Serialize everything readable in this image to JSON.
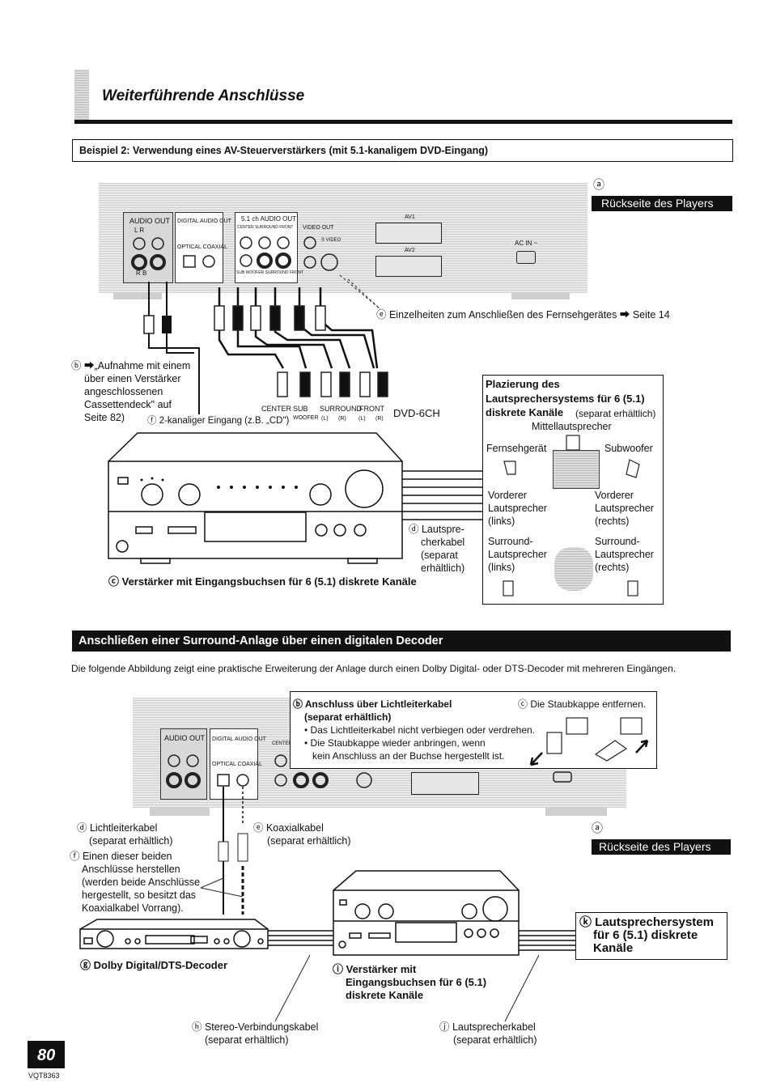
{
  "header": {
    "title": "Weiterführende Anschlüsse",
    "example_heading": "Beispiel 2: Verwendung eines AV-Steuerverstärkers (mit 5.1-kanaligem DVD-Eingang)"
  },
  "top_panel": {
    "marker_a": "ⓐ",
    "rear_label": "Rückseite des Players",
    "audio_out": "AUDIO OUT",
    "audio_out_lr": "L      R",
    "audio_out_rb": "R     B",
    "digital_audio_out": "DIGITAL AUDIO OUT",
    "optical_coaxial": "OPTICAL COAXIAL",
    "ch_audio_out": "5.1 ch AUDIO OUT",
    "ch_top_labels": "CENTER  SURROUND  FRONT",
    "ch_bottom_labels": "SUB WOOFER  SURROUND  FRONT",
    "video_out": "VIDEO OUT",
    "s_video": "S VIDEO",
    "av1": "AV1",
    "av2": "AV2",
    "ac_in": "AC IN ~",
    "note_e": "ⓔ Einzelheiten zum Anschließen des Fernsehgerätes ➡ Seite 14",
    "note_b": [
      "ⓑ ➡„Aufnahme mit einem",
      "über einen Verstärker",
      "angeschlossenen",
      "Cassettendeck\" auf",
      "Seite 82)"
    ],
    "note_f": "ⓕ 2-kanaliger Eingang (z.B. „CD\")",
    "plug_center": "CENTER",
    "plug_sub": "SUB",
    "plug_woofer": "WOOFER",
    "plug_surround": "SURROUND",
    "plug_front": "FRONT",
    "plug_lr": [
      "(L)",
      "(R)",
      "(L)",
      "(R)"
    ],
    "dvd6ch": "DVD-6CH",
    "speaker_cable": [
      "ⓓ Lautspre-",
      "cherkabel",
      "(separat",
      "erhältlich)"
    ],
    "amp_caption": "ⓒ Verstärker mit Eingangsbuchsen für 6 (5.1) diskrete Kanäle"
  },
  "placement_box": {
    "title_bold": [
      "Plazierung des",
      "Lautsprechersystems für 6 (5.1)",
      "diskrete Kanäle"
    ],
    "title_normal": "(separat erhältlich)",
    "center": "Mittellautsprecher",
    "tv": "Fernsehgerät",
    "subwoofer": "Subwoofer",
    "front_left": [
      "Vorderer",
      "Lautsprecher",
      "(links)"
    ],
    "front_right": [
      "Vorderer",
      "Lautsprecher",
      "(rechts)"
    ],
    "surround_left": [
      "Surround-",
      "Lautsprecher",
      "(links)"
    ],
    "surround_right": [
      "Surround-",
      "Lautsprecher",
      "(rechts)"
    ]
  },
  "section2": {
    "heading": "Anschließen einer Surround-Anlage über einen digitalen Decoder",
    "intro": "Die folgende Abbildung zeigt eine praktische Erweiterung der Anlage durch einen Dolby Digital- oder DTS-Decoder mit mehreren Eingängen.",
    "callout_b_title": [
      "ⓑ Anschluss über Lichtleiterkabel",
      "(separat erhältlich)"
    ],
    "callout_c": "ⓒ Die Staubkappe entfernen.",
    "callout_bullets": [
      "• Das Lichtleiterkabel nicht verbiegen oder verdrehen.",
      "• Die Staubkappe wieder anbringen, wenn",
      "kein Anschluss an der Buchse hergestellt ist."
    ],
    "audio_out": "AUDIO OUT",
    "digital_audio_out": "DIGITAL AUDIO OUT",
    "optical_coaxial": "OPTICAL COAXIAL",
    "center": "CENTER",
    "marker_a": "ⓐ",
    "rear_label": "Rückseite des Players",
    "label_d": [
      "ⓓ Lichtleiterkabel",
      "(separat erhältlich)"
    ],
    "label_e": [
      "ⓔ Koaxialkabel",
      "(separat erhältlich)"
    ],
    "label_f": [
      "ⓕ Einen dieser beiden",
      "Anschlüsse herstellen",
      "(werden beide Anschlüsse",
      "hergestellt, so besitzt das",
      "Koaxialkabel Vorrang)."
    ],
    "label_g": "ⓖ Dolby Digital/DTS-Decoder",
    "label_i": [
      "ⓘ Verstärker mit",
      "Eingangsbuchsen für 6 (5.1)",
      "diskrete Kanäle"
    ],
    "label_k": [
      "ⓚ Lautsprechersystem",
      "für 6 (5.1) diskrete",
      "Kanäle"
    ],
    "label_h": [
      "ⓗ Stereo-Verbindungskabel",
      "(separat erhältlich)"
    ],
    "label_j": [
      "ⓙ Lautsprecherkabel",
      "(separat erhältlich)"
    ]
  },
  "footer": {
    "page_number": "80",
    "doc_code": "VQT8363"
  }
}
